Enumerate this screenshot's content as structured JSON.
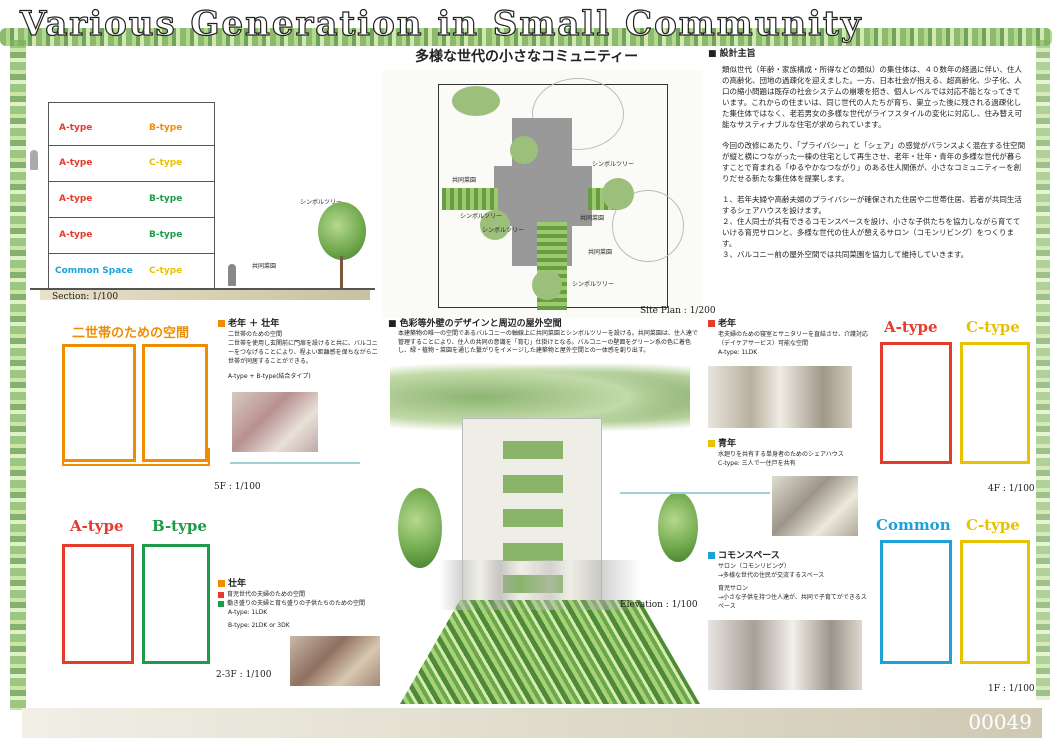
{
  "title": "Various Generation in Small Community",
  "footer_number": "00049",
  "subtitle_jp": "多様な世代の小さなコミュニティー",
  "design": {
    "heading": "■ 設計主旨",
    "para1": "類似世代（年齢・家族構成・所得などの類似）の集住体は、４０数年の経過に伴い、住人の高齢化、団地の過疎化を迎えました。一方、日本社会が抱える、超高齢化、少子化、人口の縮小問題は既存の社会システムの崩壊を招き、個人レベルでは対応不能となってきています。これからの住まいは、同じ世代の人たちが育ち、巣立った後に残される過疎化した集住体ではなく、老若男女の多様な世代がライフスタイルの変化に対応し、住み替え可能なサスティナブルな住宅が求められています。",
    "para2": "今回の改修にあたり、「プライバシー」と「シェア」の感覚がバランスよく混在する住空間が縦と横につながった一棟の住宅として再生させ、老年・壮年・青年の多様な世代が暮らすことで育まれる「ゆるやかなつながり」のある住人関係が、小さなコミュニティーを創りだせる新たな集住体を提案します。",
    "item1": "１、若年夫婦や高齢夫婦のプライバシーが確保された住居や二世帯住居、若者が共同生活するシェアハウスを設けます。",
    "item2": "２、住人同士が共有できるコモンスペースを設け、小さな子供たちを協力しながら育てていける育児サロンと、多様な世代の住人が憩えるサロン（コモンリビング）をつくります。",
    "item3": "３、バルコニー前の屋外空間では共同菜園を協力して維持していきます。"
  },
  "section": {
    "rows": [
      {
        "left": "A-type",
        "right": "B-type"
      },
      {
        "left": "A-type",
        "right": "C-type"
      },
      {
        "left": "A-type",
        "right": "B-type"
      },
      {
        "left": "A-type",
        "right": "B-type"
      },
      {
        "left": "Common Space",
        "right": "C-type"
      }
    ],
    "scale": "Section: 1/100",
    "tree_label": "シンボルツリー",
    "garden_label": "共同菜園"
  },
  "site": {
    "scale": "Site Plan : 1/200",
    "labels": [
      "シンボルツリー",
      "共同菜園",
      "シンボルツリー",
      "共同菜園",
      "シンボルツリー",
      "共同菜園",
      "シンボルツリー"
    ]
  },
  "left_top": {
    "title": "二世帯のための空間",
    "heading": "老年 ＋ 壮年",
    "sub": "二世帯のための空間",
    "desc": "二世帯を使用し玄関前に門扉を設けると共に、バルコニーをつなげることにより、程よい距離感を保ちながら二世帯が同居することができる。",
    "type": "A-type + B-type(結合タイプ)",
    "scale": "5F : 1/100"
  },
  "left_bottom": {
    "title_a": "A-type",
    "title_b": "B-type",
    "heading": "壮年",
    "item1": "育児世代の夫婦のための空間",
    "item2": "働き盛りの夫婦と育ち盛りの子供たちのための空間",
    "type_a": "A-type: 1LDK",
    "type_b": "B-type: 2LDK or 3DK",
    "scale": "2-3F : 1/100"
  },
  "center": {
    "heading": "■ 色彩等外壁のデザインと周辺の屋外空間",
    "desc": "本建築物の唯一の空間であるバルコニーの軸線上に共同菜園とシンボルツリーを設ける。共同菜園は、住人達で管理することにより、住人の共同の意識を「育む」仕掛けとなる。バルコニーの壁面をグリーン系の色に着色し、緑・植物・菜園を通じた繋がりをイメージした建築物と屋外空間との一体感を創り出す。",
    "scale": "Elevation : 1/100"
  },
  "right": {
    "title_a": "A-type",
    "title_c": "C-type",
    "title_common": "Common",
    "title_c2": "C-type",
    "elder_heading": "老年",
    "elder_desc": "老夫婦のための寝室とサニタリーを直結させ、介護対応（デイケアサービス）可能な空間",
    "elder_type": "A-type: 1LDK",
    "youth_heading": "青年",
    "youth_desc": "水廻りを共有する単身者のためのシェアハウス",
    "youth_type": "C-type: 三人で一住戸を共有",
    "common_heading": "コモンスペース",
    "common_sub1": "サロン（コモンリビング）",
    "common_desc1": "→多様な世代の住民が交流するスペース",
    "common_sub2": "育児サロン",
    "common_desc2": "→小さな子供を持つ住人達が、共同で子育てができるスペース",
    "scale_4f": "4F : 1/100",
    "scale_1f": "1F : 1/100"
  },
  "colors": {
    "orange": "#f08c00",
    "red": "#e53b2c",
    "green": "#1e9a4a",
    "yellow": "#e8c200",
    "blue": "#1da1d8"
  }
}
